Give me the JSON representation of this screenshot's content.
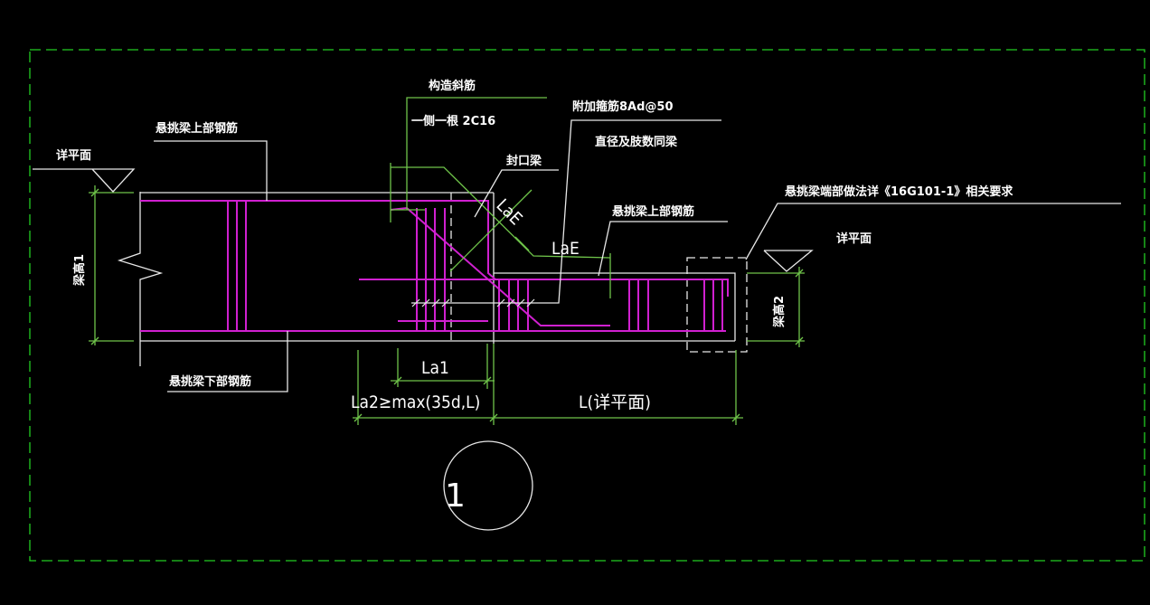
{
  "drawing": {
    "colors": {
      "background": "#000000",
      "concrete": "#e8e8e8",
      "rebar": "#d020d0",
      "dimension": "#6fc44a",
      "frame": "#22cc22"
    },
    "labels": {
      "diagonal_bar_title": "构造斜筋",
      "diagonal_bar_spec": "一侧一根 2C16",
      "extra_stirrup": "附加箍筋8Ad@50",
      "stirrup_note": "直径及肢数同梁",
      "sealing_beam": "封口梁",
      "top_bar_left": "悬挑梁上部钢筋",
      "top_bar_right": "悬挑梁上部钢筋",
      "bottom_bar": "悬挑梁下部钢筋",
      "end_detail_note": "悬挑梁端部做法详《16G101-1》相关要求",
      "see_plan_left": "详平面",
      "see_plan_right": "详平面",
      "beam_height_1": "梁高1",
      "beam_height_2": "梁高2",
      "lae_diagonal": "LaE",
      "lae_horizontal": "LaE",
      "la1": "La1",
      "la2": "La2≥max(35d,L)",
      "length": "L(详平面)",
      "detail_number": "1"
    }
  }
}
